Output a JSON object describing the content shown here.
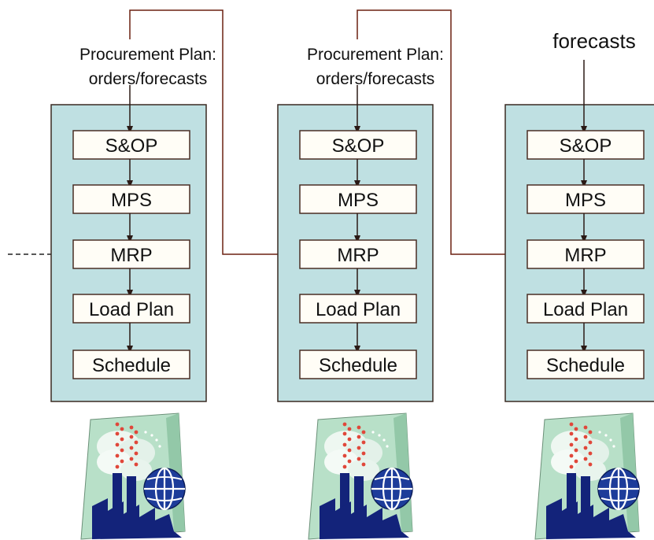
{
  "colors": {
    "panel_fill": "#bfe0e2",
    "panel_stroke": "#3a2a22",
    "step_fill": "#fffdf6",
    "step_stroke": "#4a2e24",
    "line": "#6b2010",
    "arrow": "#2a1a16",
    "factory_bg": "#b8e0c8",
    "factory_dark": "#13237a",
    "smoke_red": "#e0473a",
    "globe_blue": "#1d3c9a"
  },
  "columns": [
    {
      "input_label": [
        "Procurement Plan:",
        "orders/forecasts"
      ],
      "steps": [
        "S&OP",
        "MPS",
        "MRP",
        "Load Plan",
        "Schedule"
      ],
      "factory_icon": "factory-globe-icon"
    },
    {
      "input_label": [
        "Procurement Plan:",
        "orders/forecasts"
      ],
      "steps": [
        "S&OP",
        "MPS",
        "MRP",
        "Load Plan",
        "Schedule"
      ],
      "factory_icon": "factory-globe-icon"
    },
    {
      "input_label": [
        "forecasts"
      ],
      "steps": [
        "S&OP",
        "MPS",
        "MRP",
        "Load Plan",
        "Schedule"
      ],
      "factory_icon": "factory-globe-icon"
    }
  ]
}
